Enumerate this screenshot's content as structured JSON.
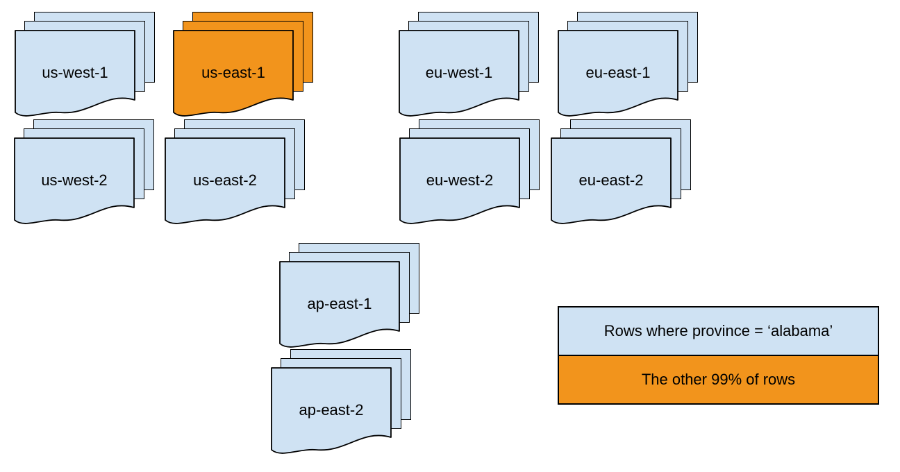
{
  "diagram": {
    "description": "Document stacks per region with color-coded legend",
    "stacks": [
      {
        "label": "us-west-1",
        "color": "blue"
      },
      {
        "label": "us-east-1",
        "color": "orange"
      },
      {
        "label": "eu-west-1",
        "color": "blue"
      },
      {
        "label": "eu-east-1",
        "color": "blue"
      },
      {
        "label": "us-west-2",
        "color": "blue"
      },
      {
        "label": "us-east-2",
        "color": "blue"
      },
      {
        "label": "eu-west-2",
        "color": "blue"
      },
      {
        "label": "eu-east-2",
        "color": "blue"
      },
      {
        "label": "ap-east-1",
        "color": "blue"
      },
      {
        "label": "ap-east-2",
        "color": "blue"
      }
    ],
    "legend": {
      "items": [
        {
          "label": "Rows where province = ‘alabama’",
          "color": "blue"
        },
        {
          "label": "The other 99% of rows",
          "color": "orange"
        }
      ]
    },
    "colors": {
      "blue": "#cfe2f3",
      "orange": "#f2941c",
      "outline": "#000000",
      "background": "#ffffff"
    }
  }
}
